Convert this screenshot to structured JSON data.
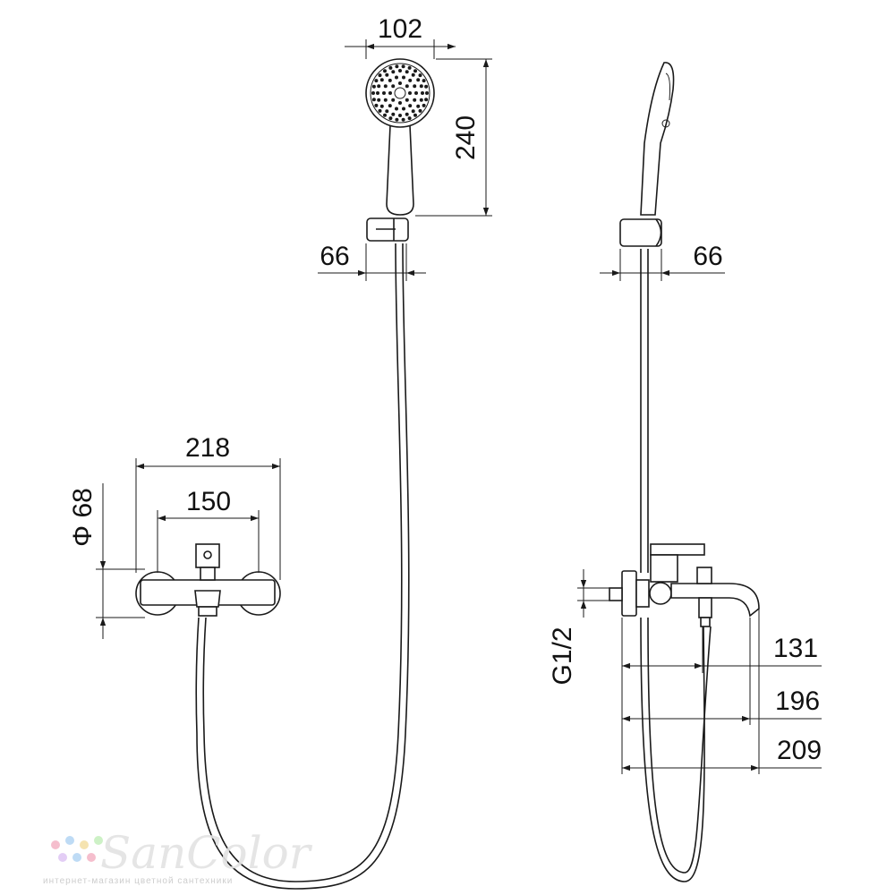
{
  "dimensions": {
    "handset_width": "102",
    "handset_height": "240",
    "holder_width_front": "66",
    "holder_width_side": "66",
    "mixer_width": "218",
    "mixer_centres": "150",
    "mixer_diameter": "Φ 68",
    "thread": "G1/2",
    "spout_131": "131",
    "spout_196": "196",
    "spout_209": "209"
  },
  "watermark": {
    "brand": "SanColor",
    "tagline": "интернет-магазин цветной сантехники",
    "colors": [
      "#f5b8c8",
      "#b8d8f5",
      "#f5e0a8",
      "#c8f0c0",
      "#e0c8f5"
    ]
  }
}
